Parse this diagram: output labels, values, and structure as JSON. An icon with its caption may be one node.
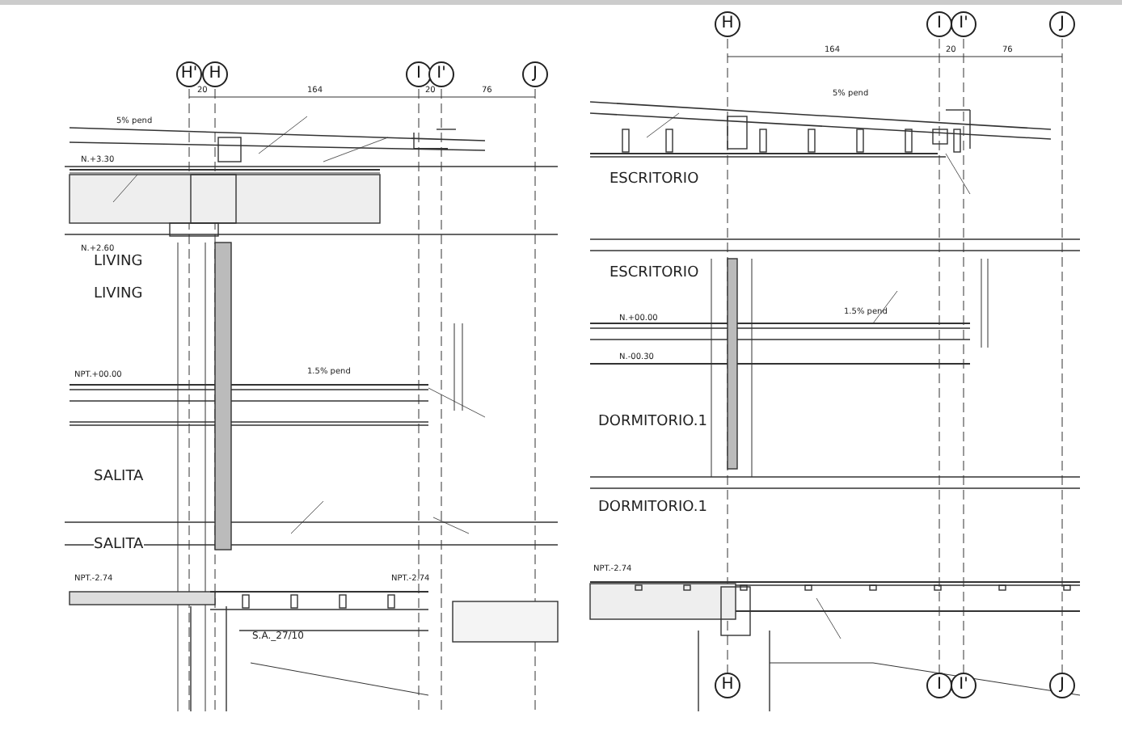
{
  "diagram": {
    "nodes": [
      {
        "text": [
          "H'"
        ]
      },
      {
        "text": [
          "H"
        ]
      },
      {
        "text": [
          "I"
        ]
      },
      {
        "text": [
          "I'"
        ]
      },
      {
        "text": [
          "J"
        ]
      },
      {
        "text": [
          "H"
        ]
      },
      {
        "text": [
          "I"
        ]
      },
      {
        "text": [
          "I'"
        ]
      },
      {
        "text": [
          "J"
        ]
      },
      {
        "text": [
          "H"
        ]
      },
      {
        "text": [
          "I"
        ]
      },
      {
        "text": [
          "I'"
        ]
      },
      {
        "text": [
          "J"
        ]
      }
    ],
    "labels": [
      "20",
      "164",
      "20",
      "76",
      "5% pend",
      "N.+3.30",
      "N.+2.60",
      "LIVING",
      "LIVING",
      "NPT.+00.00",
      "1.5% pend",
      "SALITA",
      "SALITA",
      "NPT.-2.74",
      "NPT.-2.74",
      "S.A._27/10",
      "164",
      "20",
      "76",
      "5% pend",
      "ESCRITORIO",
      "ESCRITORIO",
      "N.+00.00",
      "1.5% pend",
      "N.-00.30",
      "DORMITORIO.1",
      "DORMITORIO.1",
      "NPT.-2.74"
    ]
  }
}
